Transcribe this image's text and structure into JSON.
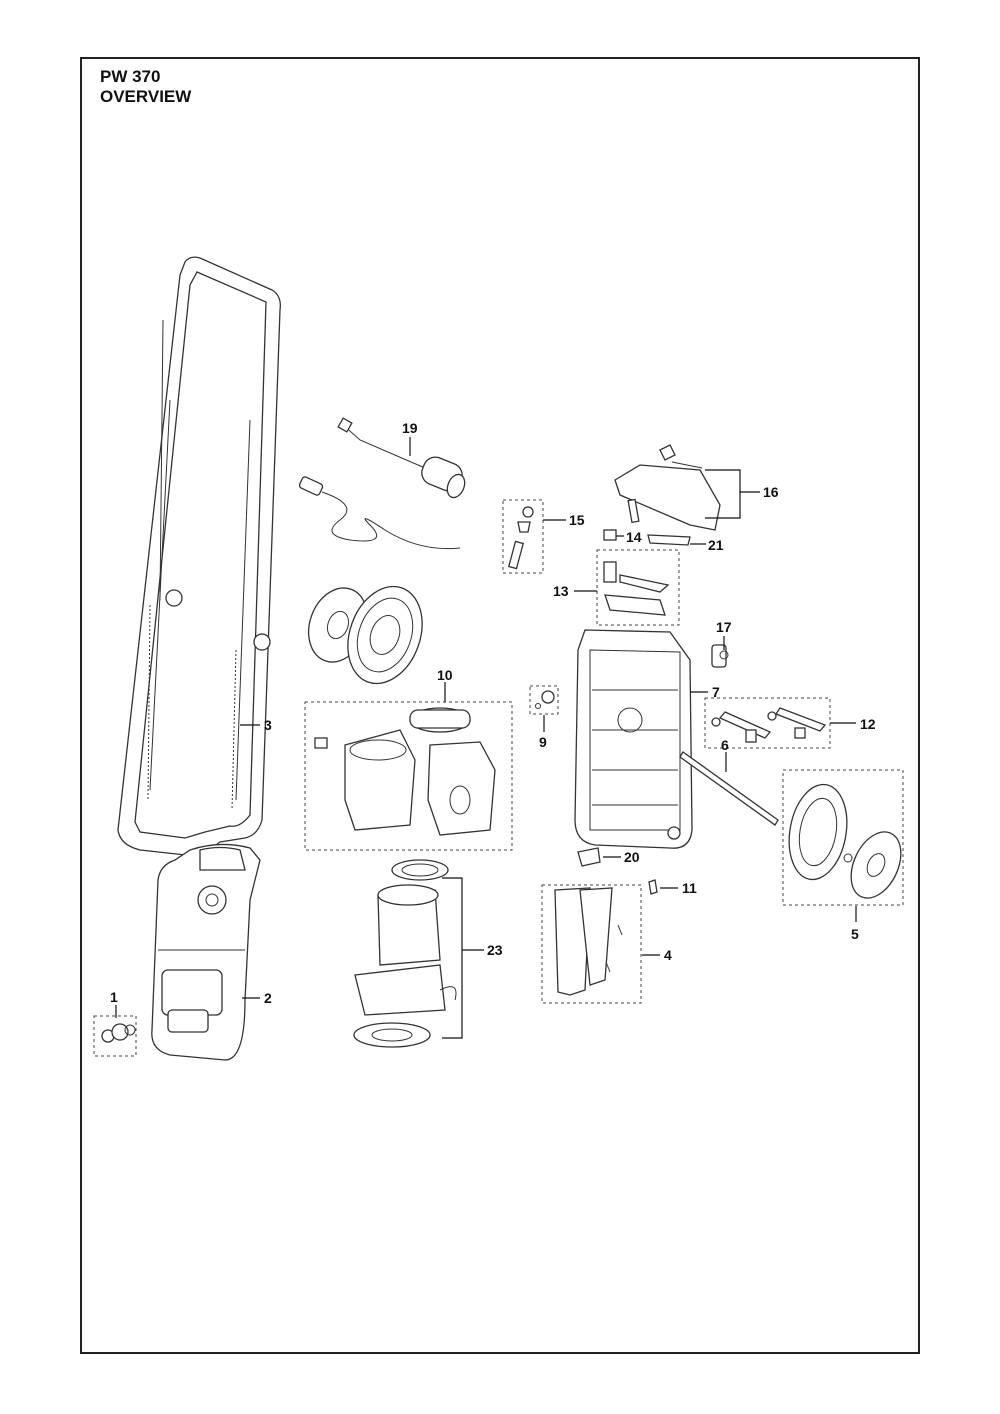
{
  "header": {
    "model": "PW 370",
    "view": "OVERVIEW"
  },
  "callouts": [
    "1",
    "2",
    "3",
    "4",
    "5",
    "6",
    "7",
    "9",
    "10",
    "11",
    "12",
    "13",
    "14",
    "15",
    "16",
    "17",
    "19",
    "20",
    "21",
    "23"
  ]
}
